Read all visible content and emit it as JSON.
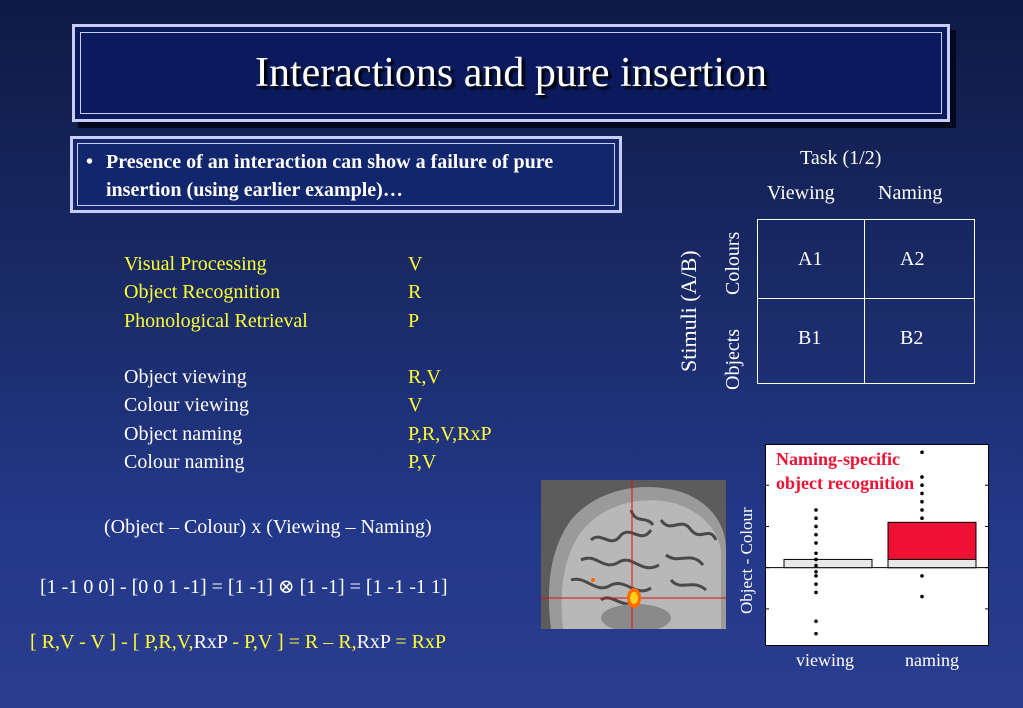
{
  "slide": {
    "title": "Interactions and pure insertion",
    "bullet": "Presence of an interaction can show a failure of pure insertion (using earlier example)…",
    "bullet_marker": "•"
  },
  "processes": [
    {
      "name": "Visual Processing",
      "code": "V"
    },
    {
      "name": "Object Recognition",
      "code": "R"
    },
    {
      "name": "Phonological Retrieval",
      "code": "P"
    }
  ],
  "conditions": [
    {
      "name": "Object viewing",
      "code": "R,V"
    },
    {
      "name": "Colour viewing",
      "code": "V"
    },
    {
      "name": "Object naming",
      "code": "P,R,V,RxP"
    },
    {
      "name": "Colour naming",
      "code": "P,V"
    }
  ],
  "equations": {
    "contrast_label": "(Object – Colour) x (Viewing – Naming)",
    "vector_eq": "[1 -1 0 0] - [0 0 1 -1] = [1 -1] ⊗ [1 -1] = [1 -1 -1 1]",
    "expansion_a": "[ R,V - V ] - [ P,R,V,",
    "expansion_b": "RxP",
    "expansion_c": " - P,V ] =  R – R,",
    "expansion_d": "RxP",
    "expansion_e": " =  RxP"
  },
  "design": {
    "title": "Task (1/2)",
    "columns": [
      "Viewing",
      "Naming"
    ],
    "rows_axis": "Stimuli (A/B)",
    "rows": [
      "Colours",
      "Objects"
    ],
    "cells": [
      [
        "A1",
        "A2"
      ],
      [
        "B1",
        "B2"
      ]
    ]
  },
  "plot": {
    "annotation_line1": "Naming-specific",
    "annotation_line2": "object recognition",
    "ylabel": "Object - Colour",
    "xlabels": [
      "viewing",
      "naming"
    ]
  },
  "chart_data": {
    "type": "bar",
    "categories": [
      "viewing",
      "naming"
    ],
    "values": [
      0.2,
      1.1
    ],
    "xlabel": "",
    "ylabel": "Object - Colour",
    "annotation": "Naming-specific object recognition",
    "colors": {
      "viewing": "#e8e8e8",
      "naming": "#ee1133"
    },
    "points": {
      "viewing": [
        1.4,
        1.2,
        1.0,
        0.8,
        0.6,
        0.35,
        0.2,
        0.05,
        -0.1,
        -0.2,
        -0.4,
        -0.6,
        -1.3,
        -1.6
      ],
      "naming": [
        2.8,
        2.2,
        2.0,
        1.8,
        1.6,
        1.4,
        1.2,
        -0.2,
        -0.7
      ]
    },
    "ylim": [
      -1.9,
      3.0
    ]
  }
}
